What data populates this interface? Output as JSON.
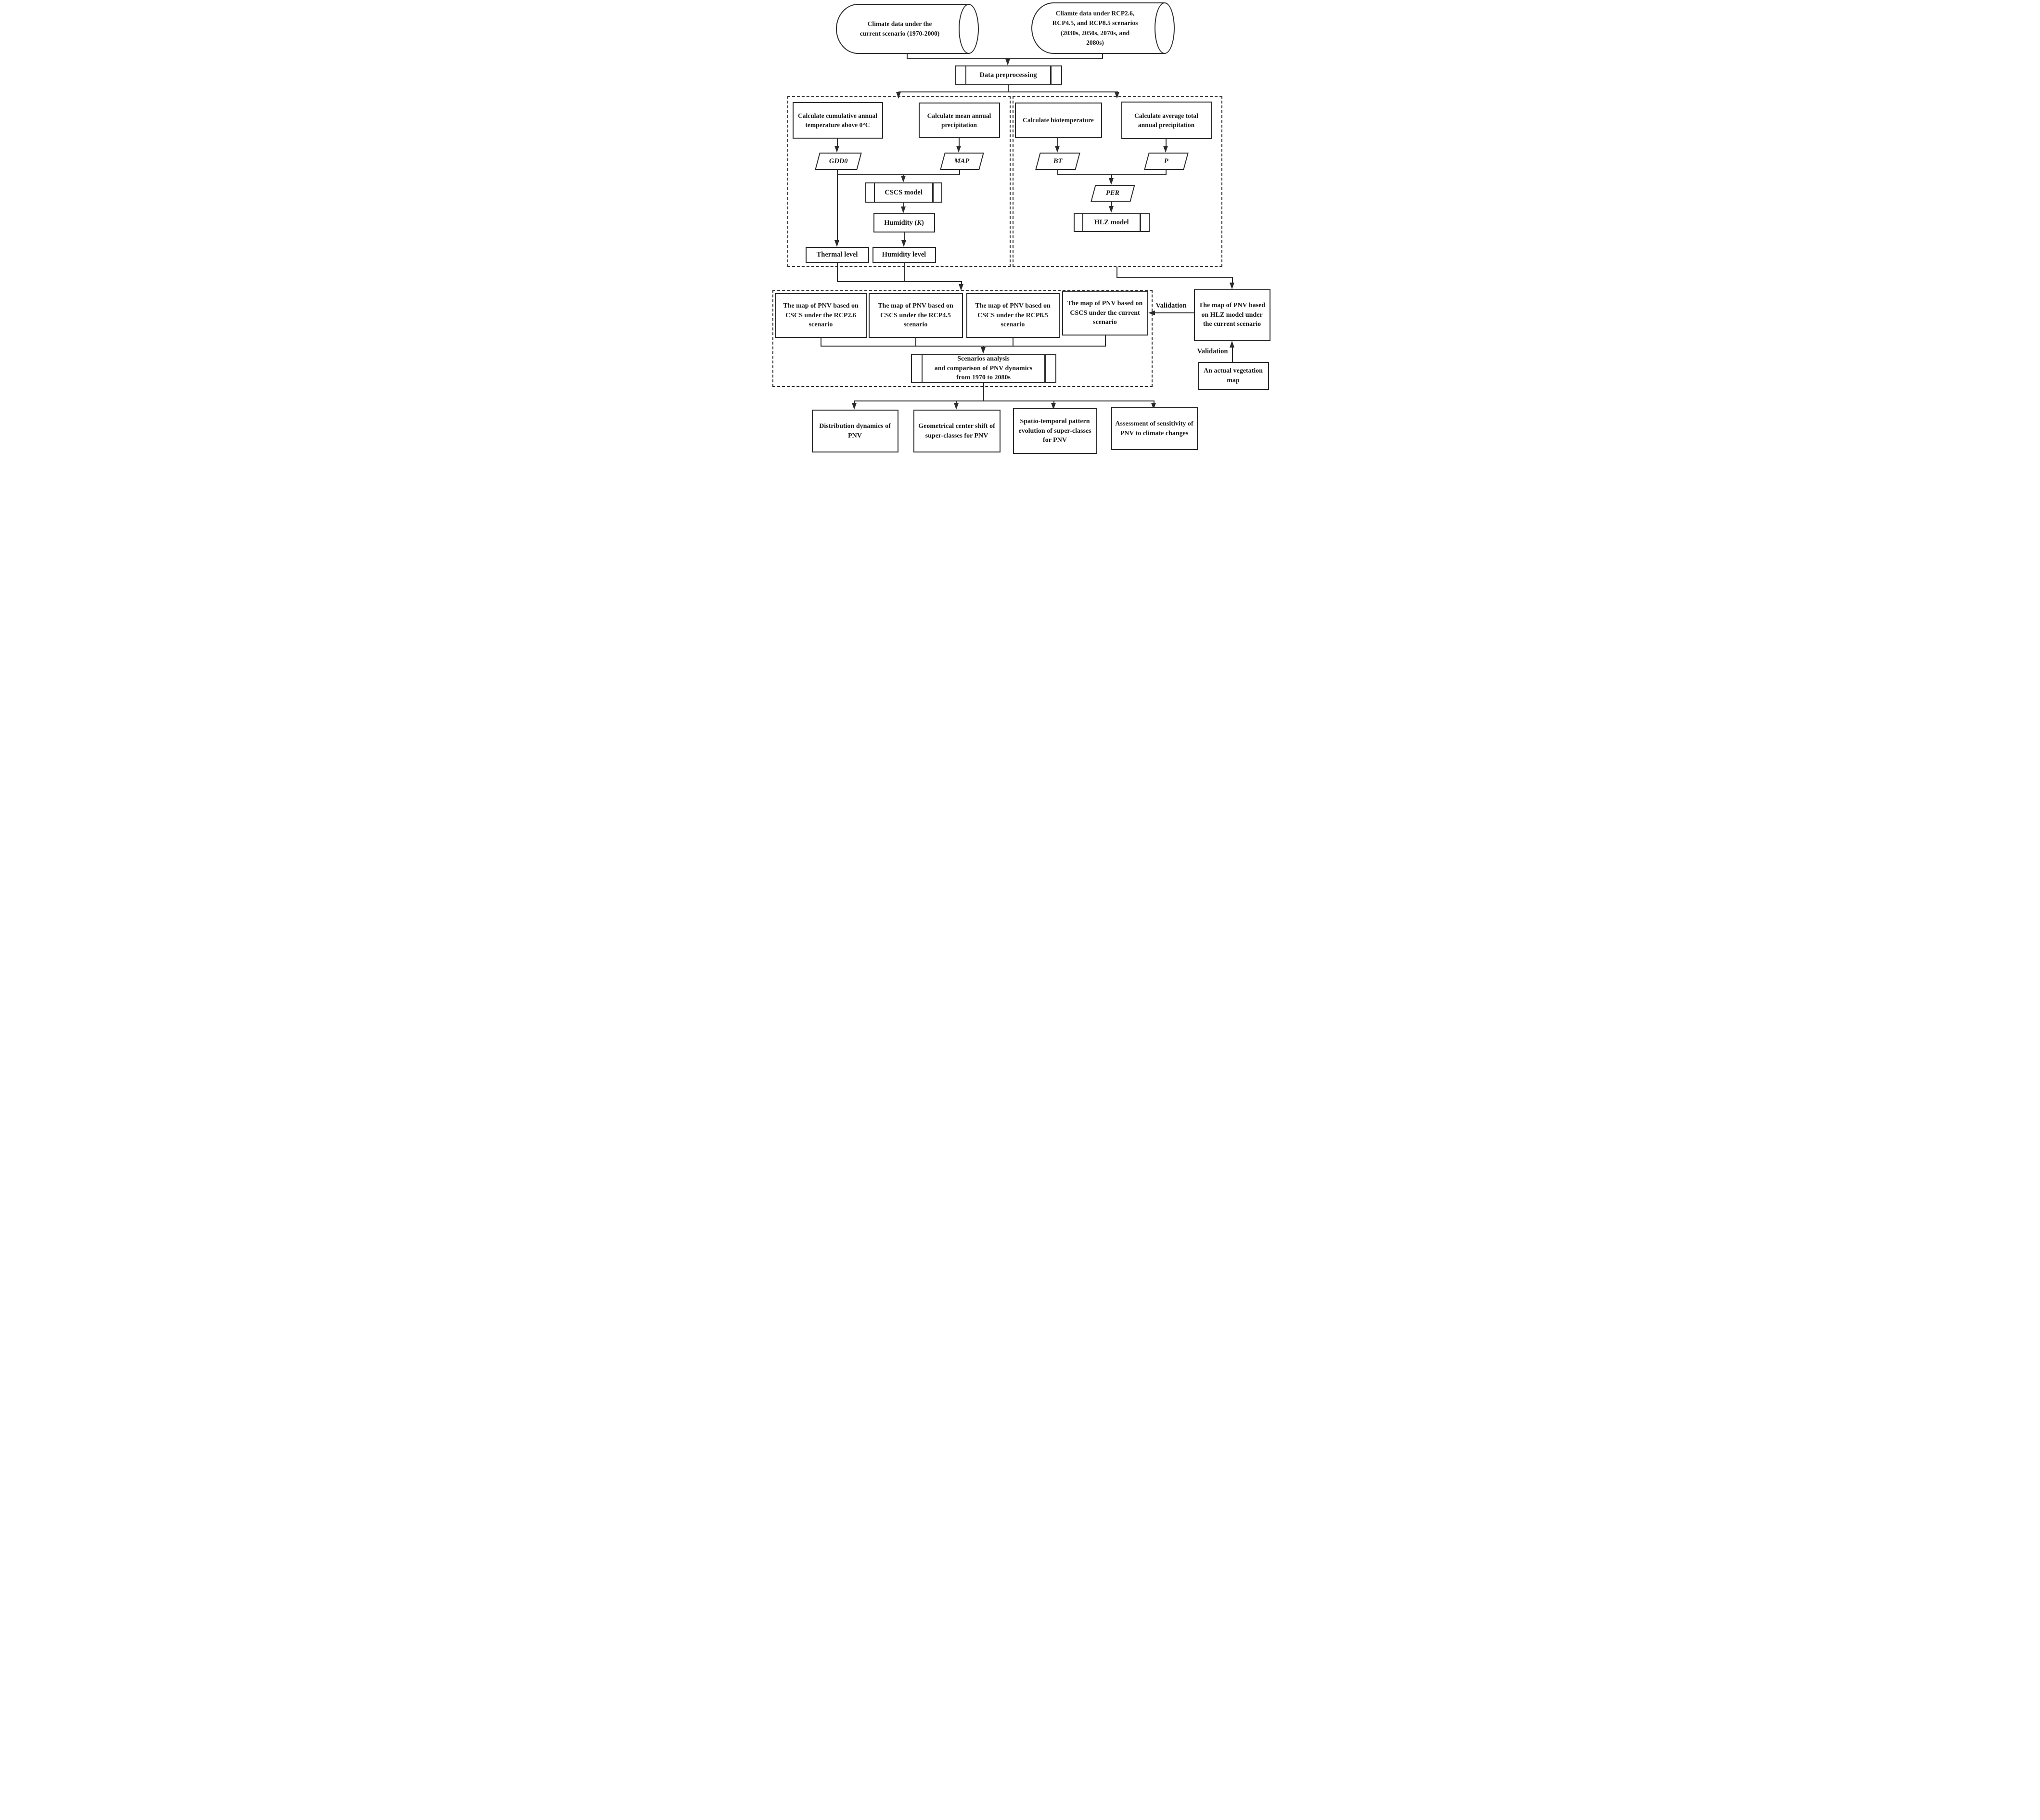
{
  "diagram_title": "PNV modeling workflow under climate scenarios",
  "colors": {
    "line": "#2b2b2b",
    "text": "#1a1a1a",
    "background": "#ffffff"
  },
  "nodes": {
    "cylinder_current": {
      "lines": [
        "Climate data under the",
        "current scenario (1970-2000)"
      ]
    },
    "cylinder_rcp": {
      "lines": [
        "Cliamte data under RCP2.6,",
        "RCP4.5, and RCP8.5 scenarios",
        "(2030s, 2050s, 2070s, and",
        "2080s)"
      ]
    },
    "data_preprocessing": {
      "text": "Data preprocessing"
    },
    "calc_cumulative_temp": {
      "text": "Calculate cumulative annual temperature above 0°C"
    },
    "calc_mean_precip": {
      "text": "Calculate mean annual precipitation"
    },
    "calc_biotemp": {
      "text": "Calculate biotemperature"
    },
    "calc_avg_precip": {
      "text": "Calculate average total annual precipitation"
    },
    "gdd0": {
      "text": "GDD0"
    },
    "map": {
      "text": "MAP"
    },
    "bt": {
      "text": "BT"
    },
    "p": {
      "text": "P"
    },
    "cscs_model": {
      "text": "CSCS model"
    },
    "humidity_k": {
      "prefix": "Humidity (",
      "var": "K",
      "suffix": ")"
    },
    "thermal_level": {
      "text": "Thermal level"
    },
    "humidity_level": {
      "text": "Humidity level"
    },
    "per": {
      "text": "PER"
    },
    "hlz_model": {
      "text": "HLZ model"
    },
    "map_rcp26": {
      "text": "The map of PNV based on CSCS under the RCP2.6 scenario"
    },
    "map_rcp45": {
      "text": "The map of PNV based on CSCS under the RCP4.5 scenario"
    },
    "map_rcp85": {
      "text": "The map of PNV based on CSCS under the RCP8.5 scenario"
    },
    "map_current": {
      "text": "The map of PNV based on CSCS under the current scenario"
    },
    "map_hlz": {
      "text": "The map of PNV based on HLZ model under the current scenario"
    },
    "actual_veg_map": {
      "text": "An actual vegetation map"
    },
    "scenarios_analysis": {
      "lines": [
        "Scenarios analysis",
        "and comparison of PNV dynamics",
        "from 1970 to 2080s"
      ]
    },
    "distribution_dynamics": {
      "text": "Distribution dynamics of PNV"
    },
    "geometrical_center": {
      "text": "Geometrical center shift of super-classes for PNV"
    },
    "spatio_temporal": {
      "text": "Spatio-temporal pattern evolution of super-classes for PNV"
    },
    "assessment_sensitivity": {
      "text": "Assessment of sensitivity of PNV to climate changes"
    }
  },
  "labels": {
    "validation_left": "Validation",
    "validation_bottom": "Validation"
  }
}
